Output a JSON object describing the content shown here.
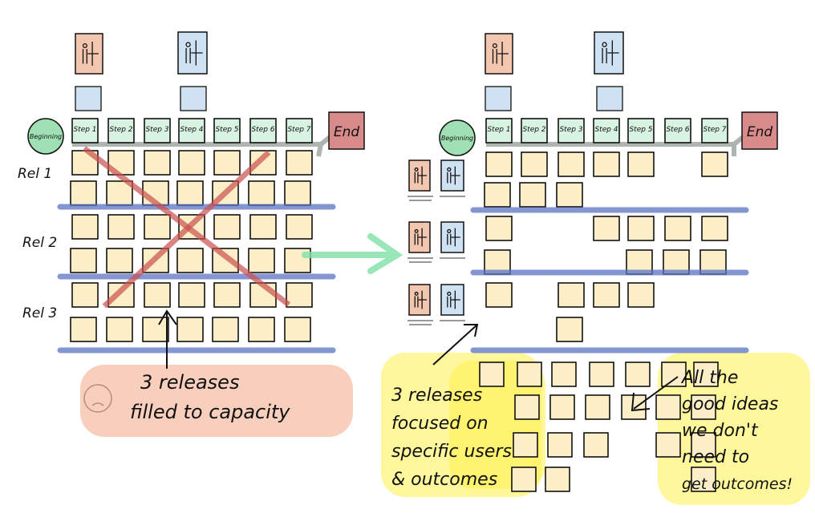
{
  "left": {
    "beginning": "Beginning",
    "end": "End",
    "steps": [
      "Step 1",
      "Step 2",
      "Step 3",
      "Step 4",
      "Step 5",
      "Step 6",
      "Step 7"
    ],
    "releases": [
      "Rel 1",
      "Rel 2",
      "Rel 3"
    ],
    "caption_line1": "3 releases",
    "caption_line2": "filled to capacity"
  },
  "right": {
    "beginning": "Beginning",
    "end": "End",
    "steps": [
      "Step 1",
      "Step 2",
      "Step 3",
      "Step 4",
      "Step 5",
      "Step 6",
      "Step 7"
    ],
    "caption": [
      "3 releases",
      "focused on",
      "specific users",
      "& outcomes"
    ],
    "backlog_note": [
      "All the",
      "good ideas",
      "we don't",
      "need to",
      "get outcomes!"
    ]
  },
  "colors": {
    "step": "#d9f3e2",
    "card": "#fcefc8",
    "end": "#d98a8a",
    "persona_a": "#f3c6b0",
    "persona_b": "#cfe2f3",
    "release_line": "#5b73c4",
    "cross": "#c9504f",
    "highlight": "#fff04a",
    "sad_bg": "#f6c3ad",
    "arrow": "#7fe0a6"
  }
}
